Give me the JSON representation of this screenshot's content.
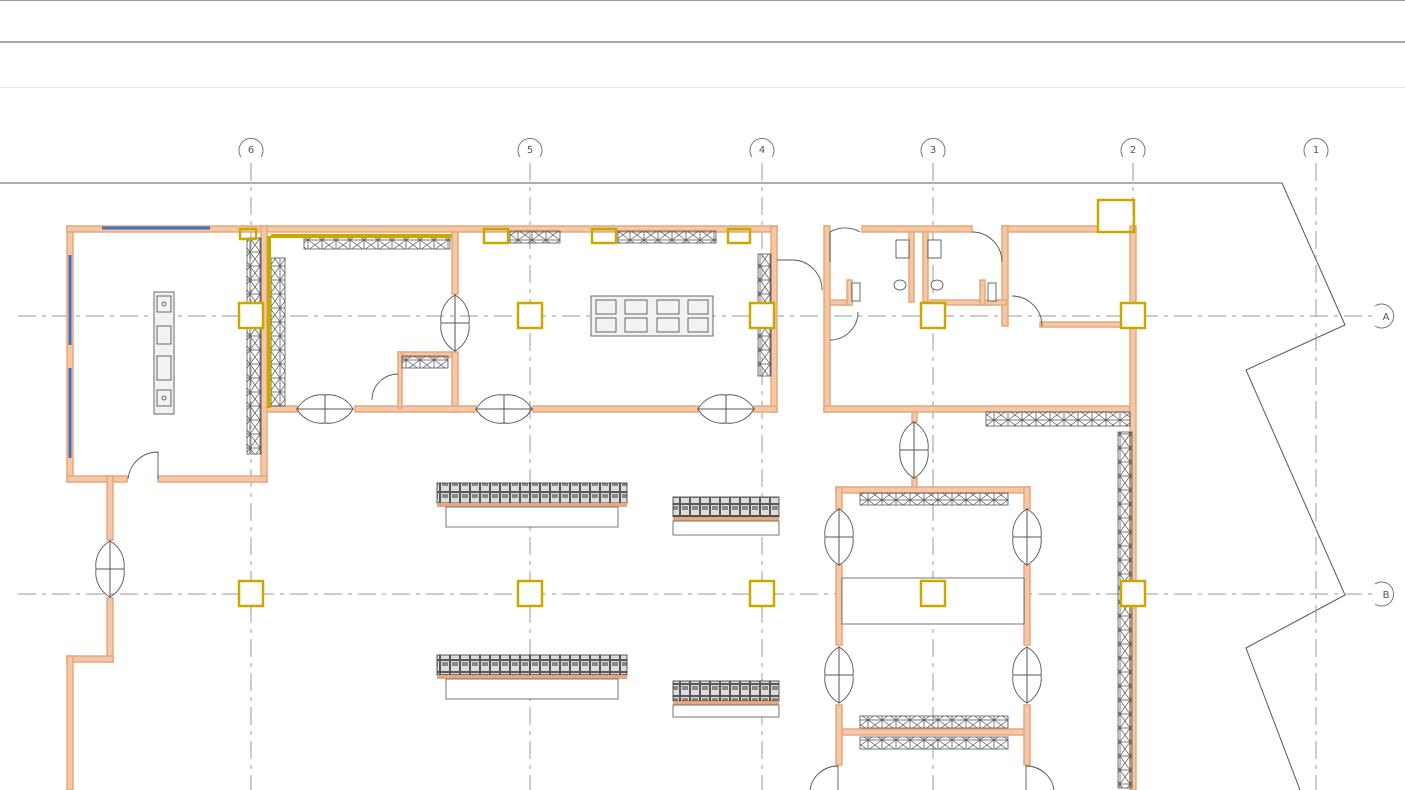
{
  "drawing": {
    "grid_columns": [
      {
        "label": "6"
      },
      {
        "label": "5"
      },
      {
        "label": "4"
      },
      {
        "label": "3"
      },
      {
        "label": "2"
      },
      {
        "label": "1"
      }
    ],
    "grid_rows": [
      {
        "label": "A"
      },
      {
        "label": "B"
      }
    ]
  },
  "colors": {
    "wall": "#E8A77A",
    "wall_core": "#F3C8A6",
    "column": "#C9A800",
    "window": "#3F6FC0",
    "gridline": "#9A9A9A",
    "linework": "#444444"
  }
}
